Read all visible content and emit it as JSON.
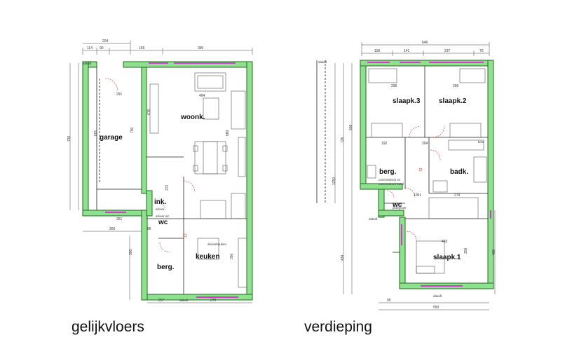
{
  "ground_floor": {
    "caption": "gelijkvloers",
    "rooms": {
      "garage": "garage",
      "living": "woonk.",
      "ink": "ink.",
      "wc": "wc",
      "kitchen": "keuken",
      "storage": "berg."
    },
    "dims_top": [
      "204",
      "114",
      "90",
      "166",
      "390"
    ],
    "dims_inner": [
      "291",
      "494",
      "615",
      "700",
      "680",
      "272"
    ],
    "dims_left": [
      "736",
      "601"
    ],
    "dims_mid": [
      "251",
      "300",
      "86"
    ],
    "dims_bottom": [
      "257",
      "270"
    ],
    "dims_kitchen": [
      "300",
      "350"
    ],
    "notes": [
      "dakafl.",
      "afvoerkeuken",
      "afvoer wc",
      "afvoer"
    ]
  },
  "upper_floor": {
    "caption": "verdieping",
    "rooms": {
      "bed3": "slaapk.3",
      "bed2": "slaapk.2",
      "storage": "berg.",
      "bath": "badk.",
      "wc": "wc",
      "bed1": "slaapk.1"
    },
    "dims_top": [
      "646",
      "166",
      "141",
      "237",
      "70"
    ],
    "dims_inner": [
      "296",
      "290",
      "192",
      "204",
      "279",
      "1051",
      "465"
    ],
    "dims_left": [
      "736",
      "1250",
      "434",
      "600"
    ],
    "dims_right": [
      "300",
      "400"
    ],
    "dims_bottom": [
      "95",
      "550"
    ],
    "notes": [
      "dakafl.",
      "kast",
      "concentrisch ev",
      "concentrisch ketel",
      "ploegvoer"
    ]
  }
}
